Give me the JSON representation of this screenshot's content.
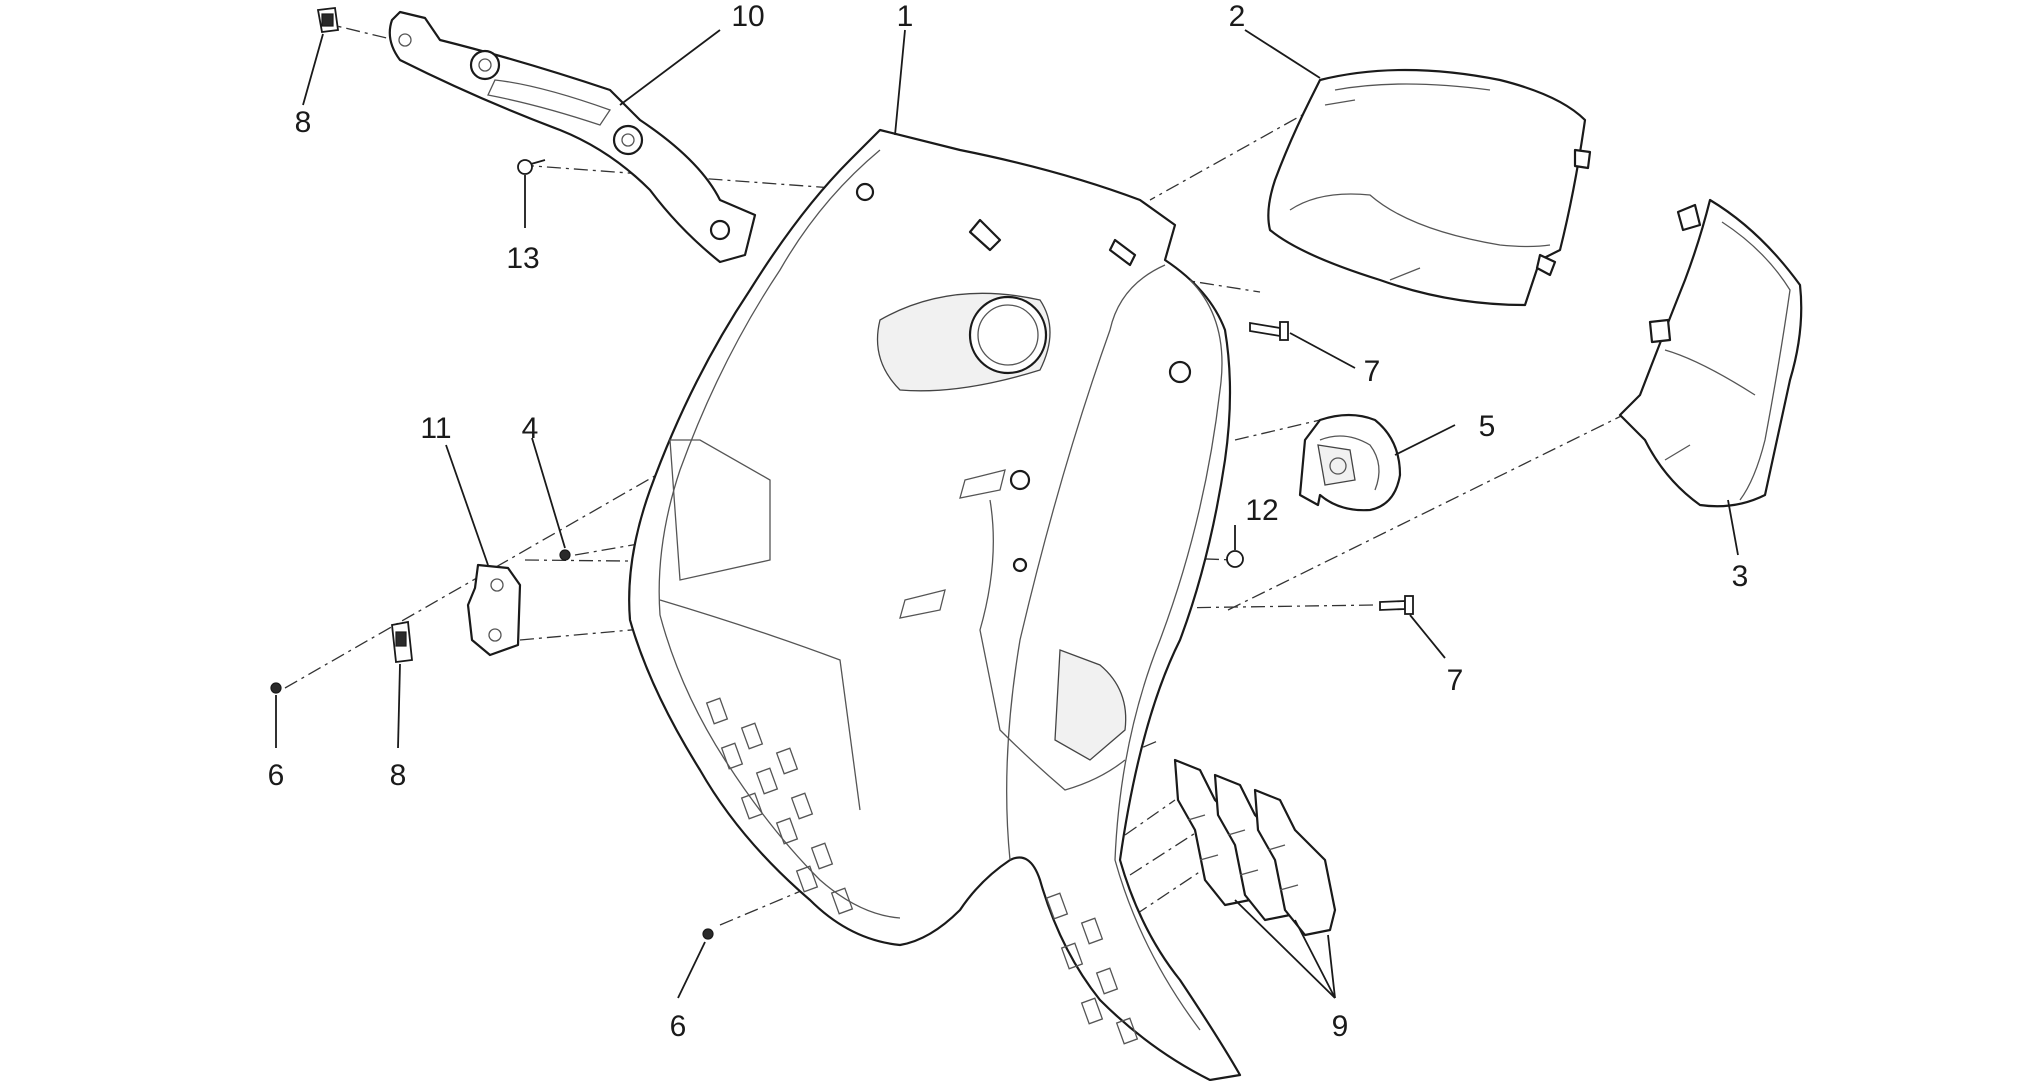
{
  "callouts": [
    {
      "id": "c1",
      "label": "1"
    },
    {
      "id": "c2",
      "label": "2"
    },
    {
      "id": "c3",
      "label": "3"
    },
    {
      "id": "c4",
      "label": "4"
    },
    {
      "id": "c5",
      "label": "5"
    },
    {
      "id": "c6a",
      "label": "6"
    },
    {
      "id": "c6b",
      "label": "6"
    },
    {
      "id": "c7a",
      "label": "7"
    },
    {
      "id": "c7b",
      "label": "7"
    },
    {
      "id": "c8a",
      "label": "8"
    },
    {
      "id": "c8b",
      "label": "8"
    },
    {
      "id": "c9",
      "label": "9"
    },
    {
      "id": "c10",
      "label": "10"
    },
    {
      "id": "c11",
      "label": "11"
    },
    {
      "id": "c12",
      "label": "12"
    },
    {
      "id": "c13",
      "label": "13"
    }
  ],
  "colors": {
    "line": "#1a1a1a",
    "background": "#ffffff"
  }
}
